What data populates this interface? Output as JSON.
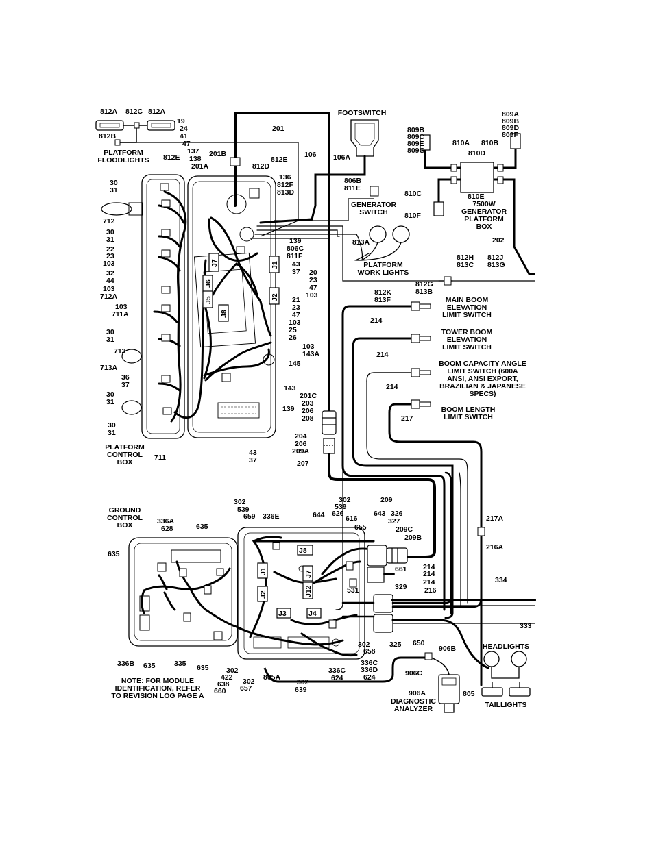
{
  "colors": {
    "ink": "#000000",
    "paper": "#ffffff",
    "shade": "#d8d8d8"
  },
  "wire_labels": [
    {
      "key": "812a_l",
      "text": "812A"
    },
    {
      "key": "812c",
      "text": "812C"
    },
    {
      "key": "812a_r",
      "text": "812A"
    },
    {
      "key": "812b",
      "text": "812B"
    },
    {
      "key": "n19",
      "text": "19"
    },
    {
      "key": "n24",
      "text": "24"
    },
    {
      "key": "n41",
      "text": "41"
    },
    {
      "key": "n47a",
      "text": "47"
    },
    {
      "key": "812e_l",
      "text": "812E"
    },
    {
      "key": "n137",
      "text": "137"
    },
    {
      "key": "n138",
      "text": "138"
    },
    {
      "key": "n201a",
      "text": "201A"
    },
    {
      "key": "n201b",
      "text": "201B"
    },
    {
      "key": "n201",
      "text": "201"
    },
    {
      "key": "812d",
      "text": "812D"
    },
    {
      "key": "812e_r",
      "text": "812E"
    },
    {
      "key": "n106",
      "text": "106"
    },
    {
      "key": "n106a",
      "text": "106A"
    },
    {
      "key": "n136",
      "text": "136"
    },
    {
      "key": "812f",
      "text": "812F"
    },
    {
      "key": "813d",
      "text": "813D"
    },
    {
      "key": "806b",
      "text": "806B"
    },
    {
      "key": "811e",
      "text": "811E"
    },
    {
      "key": "809a",
      "text": "809A"
    },
    {
      "key": "809b_r",
      "text": "809B"
    },
    {
      "key": "809d",
      "text": "809D"
    },
    {
      "key": "809f",
      "text": "809F"
    },
    {
      "key": "809b_l",
      "text": "809B"
    },
    {
      "key": "809c",
      "text": "809C"
    },
    {
      "key": "809e",
      "text": "809E"
    },
    {
      "key": "809g",
      "text": "809G"
    },
    {
      "key": "810a",
      "text": "810A"
    },
    {
      "key": "810b",
      "text": "810B"
    },
    {
      "key": "810d",
      "text": "810D"
    },
    {
      "key": "810c",
      "text": "810C"
    },
    {
      "key": "810e",
      "text": "810E"
    },
    {
      "key": "810f",
      "text": "810F"
    },
    {
      "key": "n202",
      "text": "202"
    },
    {
      "key": "n30a",
      "text": "30"
    },
    {
      "key": "n31a",
      "text": "31"
    },
    {
      "key": "n712",
      "text": "712"
    },
    {
      "key": "n30b",
      "text": "30"
    },
    {
      "key": "n31b",
      "text": "31"
    },
    {
      "key": "n22",
      "text": "22"
    },
    {
      "key": "n23a",
      "text": "23"
    },
    {
      "key": "n103a",
      "text": "103"
    },
    {
      "key": "n32",
      "text": "32"
    },
    {
      "key": "n44",
      "text": "44"
    },
    {
      "key": "n103b",
      "text": "103"
    },
    {
      "key": "n712a",
      "text": "712A"
    },
    {
      "key": "n103c",
      "text": "103"
    },
    {
      "key": "n711a",
      "text": "711A"
    },
    {
      "key": "n30c",
      "text": "30"
    },
    {
      "key": "n31c",
      "text": "31"
    },
    {
      "key": "n713",
      "text": "713"
    },
    {
      "key": "n713a",
      "text": "713A"
    },
    {
      "key": "n36",
      "text": "36"
    },
    {
      "key": "n37a",
      "text": "37"
    },
    {
      "key": "n30d",
      "text": "30"
    },
    {
      "key": "n31d",
      "text": "31"
    },
    {
      "key": "n30e",
      "text": "30"
    },
    {
      "key": "n31e",
      "text": "31"
    },
    {
      "key": "n711",
      "text": "711"
    },
    {
      "key": "n139a",
      "text": "139"
    },
    {
      "key": "806c",
      "text": "806C"
    },
    {
      "key": "811f",
      "text": "811F"
    },
    {
      "key": "n43a",
      "text": "43"
    },
    {
      "key": "n37b",
      "text": "37"
    },
    {
      "key": "n813a",
      "text": "813A"
    },
    {
      "key": "n20",
      "text": "20"
    },
    {
      "key": "n23b",
      "text": "23"
    },
    {
      "key": "n47b",
      "text": "47"
    },
    {
      "key": "n103d",
      "text": "103"
    },
    {
      "key": "n21",
      "text": "21"
    },
    {
      "key": "n23c",
      "text": "23"
    },
    {
      "key": "n47c",
      "text": "47"
    },
    {
      "key": "n103e",
      "text": "103"
    },
    {
      "key": "n25",
      "text": "25"
    },
    {
      "key": "n26",
      "text": "26"
    },
    {
      "key": "n103f",
      "text": "103"
    },
    {
      "key": "n143a",
      "text": "143A"
    },
    {
      "key": "n145",
      "text": "145"
    },
    {
      "key": "n143",
      "text": "143"
    },
    {
      "key": "n139b",
      "text": "139"
    },
    {
      "key": "n43b",
      "text": "43"
    },
    {
      "key": "n37c",
      "text": "37"
    },
    {
      "key": "n201c",
      "text": "201C"
    },
    {
      "key": "n203",
      "text": "203"
    },
    {
      "key": "n206a",
      "text": "206"
    },
    {
      "key": "n208",
      "text": "208"
    },
    {
      "key": "n204",
      "text": "204"
    },
    {
      "key": "n206b",
      "text": "206"
    },
    {
      "key": "n209a",
      "text": "209A"
    },
    {
      "key": "n207",
      "text": "207"
    },
    {
      "key": "812h",
      "text": "812H"
    },
    {
      "key": "813c",
      "text": "813C"
    },
    {
      "key": "812j",
      "text": "812J"
    },
    {
      "key": "813g",
      "text": "813G"
    },
    {
      "key": "812g",
      "text": "812G"
    },
    {
      "key": "813b",
      "text": "813B"
    },
    {
      "key": "812k",
      "text": "812K"
    },
    {
      "key": "813f",
      "text": "813F"
    },
    {
      "key": "n214a",
      "text": "214"
    },
    {
      "key": "n214b",
      "text": "214"
    },
    {
      "key": "n214c",
      "text": "214"
    },
    {
      "key": "n217",
      "text": "217"
    },
    {
      "key": "n209",
      "text": "209"
    },
    {
      "key": "n217a",
      "text": "217A"
    },
    {
      "key": "n216a",
      "text": "216A"
    },
    {
      "key": "n336a",
      "text": "336A"
    },
    {
      "key": "n628",
      "text": "628"
    },
    {
      "key": "n635a",
      "text": "635"
    },
    {
      "key": "n635b",
      "text": "635"
    },
    {
      "key": "n302a",
      "text": "302"
    },
    {
      "key": "n539a",
      "text": "539"
    },
    {
      "key": "n659",
      "text": "659"
    },
    {
      "key": "n336e",
      "text": "336E"
    },
    {
      "key": "n644",
      "text": "644"
    },
    {
      "key": "n302b",
      "text": "302"
    },
    {
      "key": "n539b",
      "text": "539"
    },
    {
      "key": "n626",
      "text": "626"
    },
    {
      "key": "n616",
      "text": "616"
    },
    {
      "key": "n643",
      "text": "643"
    },
    {
      "key": "n326",
      "text": "326"
    },
    {
      "key": "n327",
      "text": "327"
    },
    {
      "key": "n655",
      "text": "655"
    },
    {
      "key": "n209c",
      "text": "209C"
    },
    {
      "key": "n209b",
      "text": "209B"
    },
    {
      "key": "n661",
      "text": "661"
    },
    {
      "key": "n531",
      "text": "531"
    },
    {
      "key": "n329",
      "text": "329"
    },
    {
      "key": "n214d",
      "text": "214"
    },
    {
      "key": "n214e",
      "text": "214"
    },
    {
      "key": "n214f",
      "text": "214"
    },
    {
      "key": "n216",
      "text": "216"
    },
    {
      "key": "n334",
      "text": "334"
    },
    {
      "key": "n333",
      "text": "333"
    },
    {
      "key": "n336b",
      "text": "336B"
    },
    {
      "key": "n635c",
      "text": "635"
    },
    {
      "key": "n335",
      "text": "335"
    },
    {
      "key": "n635d",
      "text": "635"
    },
    {
      "key": "n302c",
      "text": "302"
    },
    {
      "key": "n422",
      "text": "422"
    },
    {
      "key": "n638",
      "text": "638"
    },
    {
      "key": "n660",
      "text": "660"
    },
    {
      "key": "n302d",
      "text": "302"
    },
    {
      "key": "n657",
      "text": "657"
    },
    {
      "key": "n805a",
      "text": "805A"
    },
    {
      "key": "n302e",
      "text": "302"
    },
    {
      "key": "n639",
      "text": "639"
    },
    {
      "key": "n336c_a",
      "text": "336C"
    },
    {
      "key": "n624a",
      "text": "624"
    },
    {
      "key": "n336c_b",
      "text": "336C"
    },
    {
      "key": "n336d",
      "text": "336D"
    },
    {
      "key": "n624b",
      "text": "624"
    },
    {
      "key": "n302f",
      "text": "302"
    },
    {
      "key": "n658",
      "text": "658"
    },
    {
      "key": "n325",
      "text": "325"
    },
    {
      "key": "n650",
      "text": "650"
    },
    {
      "key": "n906b",
      "text": "906B"
    },
    {
      "key": "n906c",
      "text": "906C"
    },
    {
      "key": "n906a",
      "text": "906A"
    },
    {
      "key": "n805",
      "text": "805"
    }
  ],
  "connectors": {
    "j7": "J7",
    "j6": "J6",
    "j5": "J5",
    "j1": "J1",
    "j2": "J2",
    "j8": "J8",
    "g_j8": "J8",
    "g_j1": "J1",
    "g_j7": "J7",
    "g_j12": "J12",
    "g_j2": "J2",
    "g_j3": "J3",
    "g_j4": "J4"
  },
  "callouts": {
    "platform_floodlights": [
      "PLATFORM",
      "FLOODLIGHTS"
    ],
    "footswitch": [
      "FOOTSWITCH"
    ],
    "generator_switch": [
      "GENERATOR",
      "SWITCH"
    ],
    "generator_box": [
      "7500W",
      "GENERATOR",
      "PLATFORM",
      "BOX"
    ],
    "platform_work_lights": [
      "PLATFORM",
      "WORK LIGHTS"
    ],
    "main_boom": [
      "MAIN BOOM",
      "ELEVATION",
      "LIMIT SWITCH"
    ],
    "tower_boom": [
      "TOWER BOOM",
      "ELEVATION",
      "LIMIT SWITCH"
    ],
    "boom_capacity": [
      "BOOM CAPACITY ANGLE",
      "LIMIT SWITCH (600A",
      "ANSI, ANSI EXPORT,",
      "BRAZILIAN & JAPANESE",
      "SPECS)"
    ],
    "boom_length": [
      "BOOM LENGTH",
      "LIMIT SWITCH"
    ],
    "platform_control_box": [
      "PLATFORM",
      "CONTROL",
      "BOX"
    ],
    "ground_control_box": [
      "GROUND",
      "CONTROL",
      "BOX"
    ],
    "headlights": [
      "HEADLIGHTS"
    ],
    "taillights": [
      "TAILLIGHTS"
    ],
    "diagnostic_analyzer": [
      "DIAGNOSTIC",
      "ANALYZER"
    ],
    "note": [
      "NOTE: FOR MODULE",
      "IDENTIFICATION, REFER",
      "TO REVISION LOG PAGE A"
    ]
  }
}
